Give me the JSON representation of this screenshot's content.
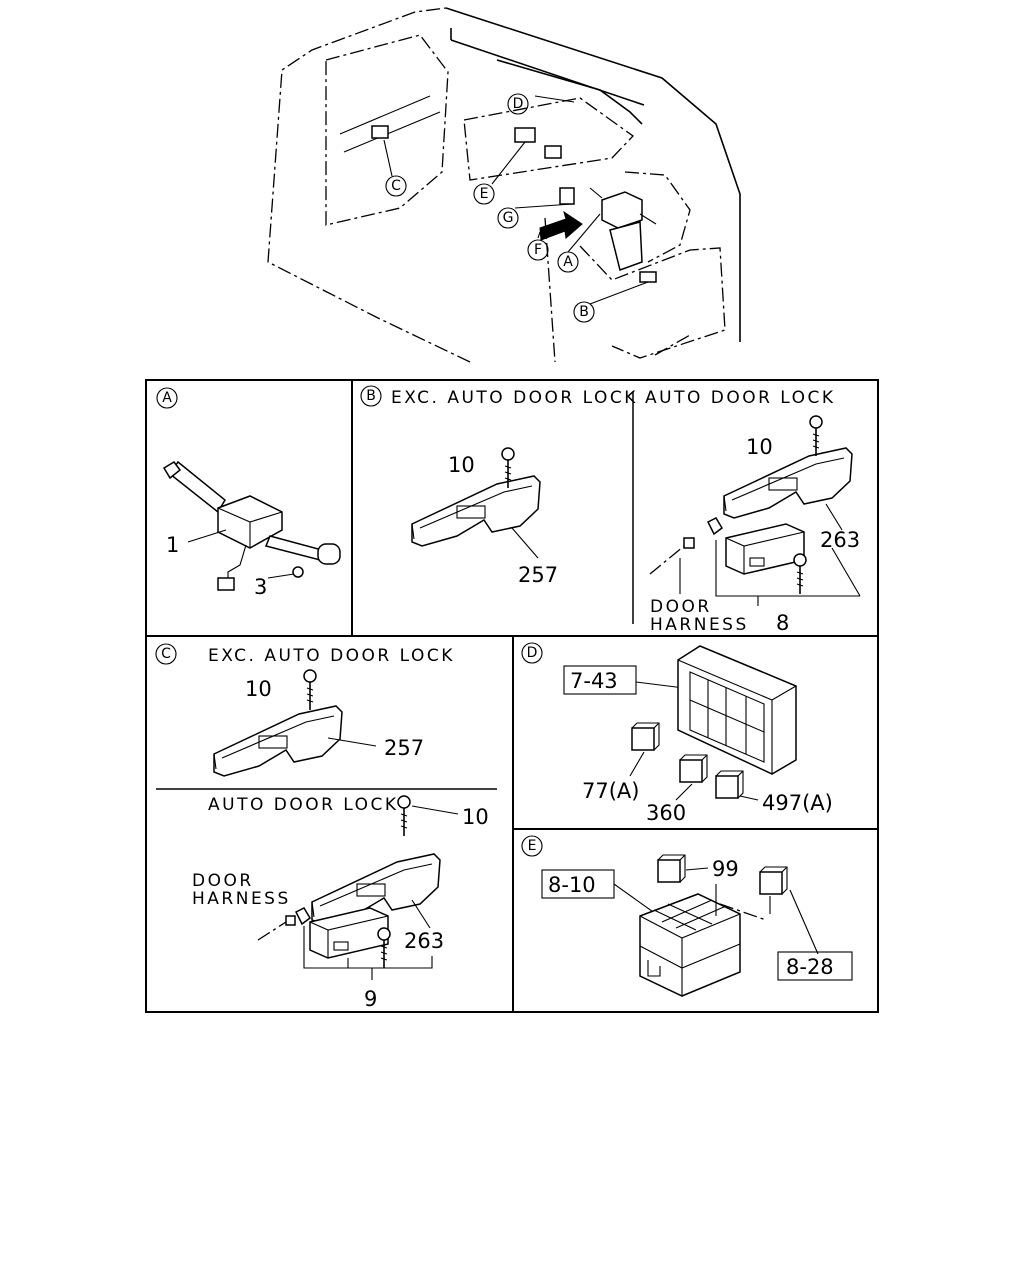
{
  "overview": {
    "callouts": [
      "D",
      "C",
      "E",
      "G",
      "F",
      "A",
      "B"
    ]
  },
  "panel_a": {
    "callout": "A",
    "labels": {
      "switch": "1",
      "screw": "3"
    }
  },
  "panel_b": {
    "callout": "B",
    "left_heading": "EXC. AUTO DOOR LOCK",
    "right_heading": "AUTO DOOR LOCK",
    "labels": {
      "screw_left": "10",
      "trim_left": "257",
      "screw_right": "10",
      "trim_right": "263",
      "switch_unit": "8"
    },
    "door_harness": [
      "DOOR",
      "HARNESS"
    ]
  },
  "panel_c": {
    "callout": "C",
    "top_heading": "EXC. AUTO DOOR LOCK",
    "bottom_heading": "AUTO DOOR LOCK",
    "labels": {
      "screw_top": "10",
      "trim_top": "257",
      "screw_bottom": "10",
      "trim_bottom": "263",
      "switch_unit": "9"
    },
    "door_harness": [
      "DOOR",
      "HARNESS"
    ]
  },
  "panel_d": {
    "callout": "D",
    "ref_box": "7-43",
    "labels": {
      "relay_a": "77(A)",
      "relay_b": "360",
      "relay_c": "497(A)"
    }
  },
  "panel_e": {
    "callout": "E",
    "ref_box_left": "8-10",
    "ref_box_right": "8-28",
    "labels": {
      "relay": "99"
    }
  }
}
